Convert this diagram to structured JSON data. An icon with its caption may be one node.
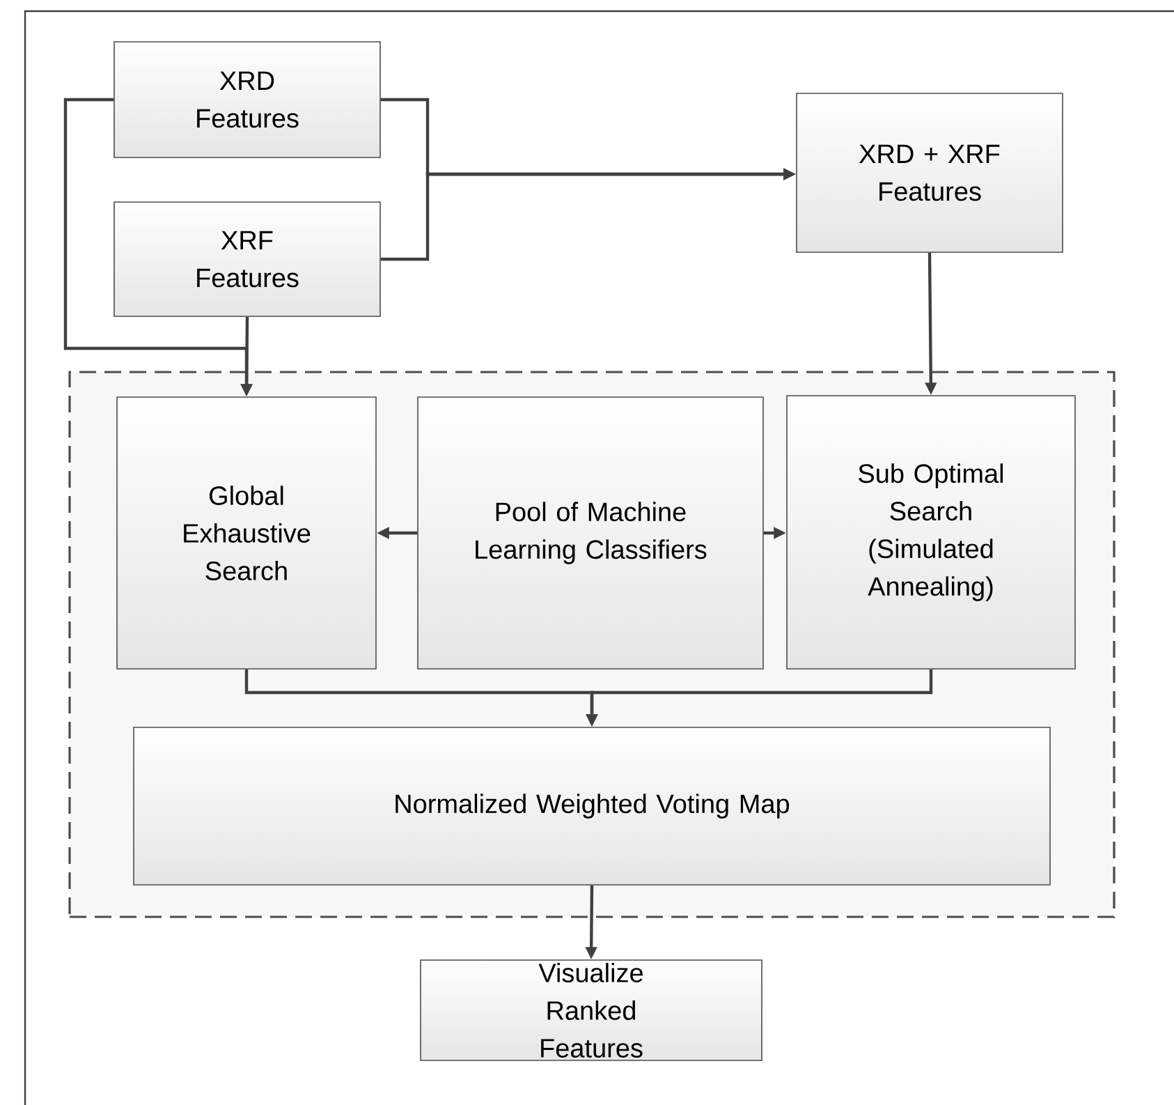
{
  "diagram": {
    "nodes": [
      {
        "text": [
          "XRD Features"
        ]
      },
      {
        "text": [
          "XRF Features"
        ]
      },
      {
        "text": [
          "XRD + XRF Features"
        ]
      },
      {
        "text": [],
        "shape": "box"
      },
      {
        "text": [
          "Global Exhaustive Search"
        ],
        "in": 3
      },
      {
        "text": [
          "Pool of Machine Learning Classifiers"
        ],
        "in": 3
      },
      {
        "text": [
          "Sub Optimal Search (Simulated Annealing)"
        ],
        "in": 3
      },
      {
        "text": [
          "Normalized Weighted Voting Map"
        ],
        "in": 3
      },
      {
        "text": [
          "Visualize Ranked Features"
        ]
      }
    ],
    "edges": [
      {
        "from": 0,
        "to": 2,
        "arrow": "to"
      },
      {
        "from": 1,
        "to": 2,
        "arrow": "to"
      },
      {
        "from": 0,
        "to": 4,
        "arrow": "to"
      },
      {
        "from": 1,
        "to": 4,
        "arrow": "to"
      },
      {
        "from": 2,
        "to": 6,
        "arrow": "to"
      },
      {
        "from": 5,
        "to": 4,
        "arrow": "to"
      },
      {
        "from": 5,
        "to": 6,
        "arrow": "to"
      },
      {
        "from": 4,
        "to": 7,
        "arrow": "to"
      },
      {
        "from": 6,
        "to": 7,
        "arrow": "to"
      },
      {
        "from": 7,
        "to": 8,
        "arrow": "to"
      }
    ]
  }
}
